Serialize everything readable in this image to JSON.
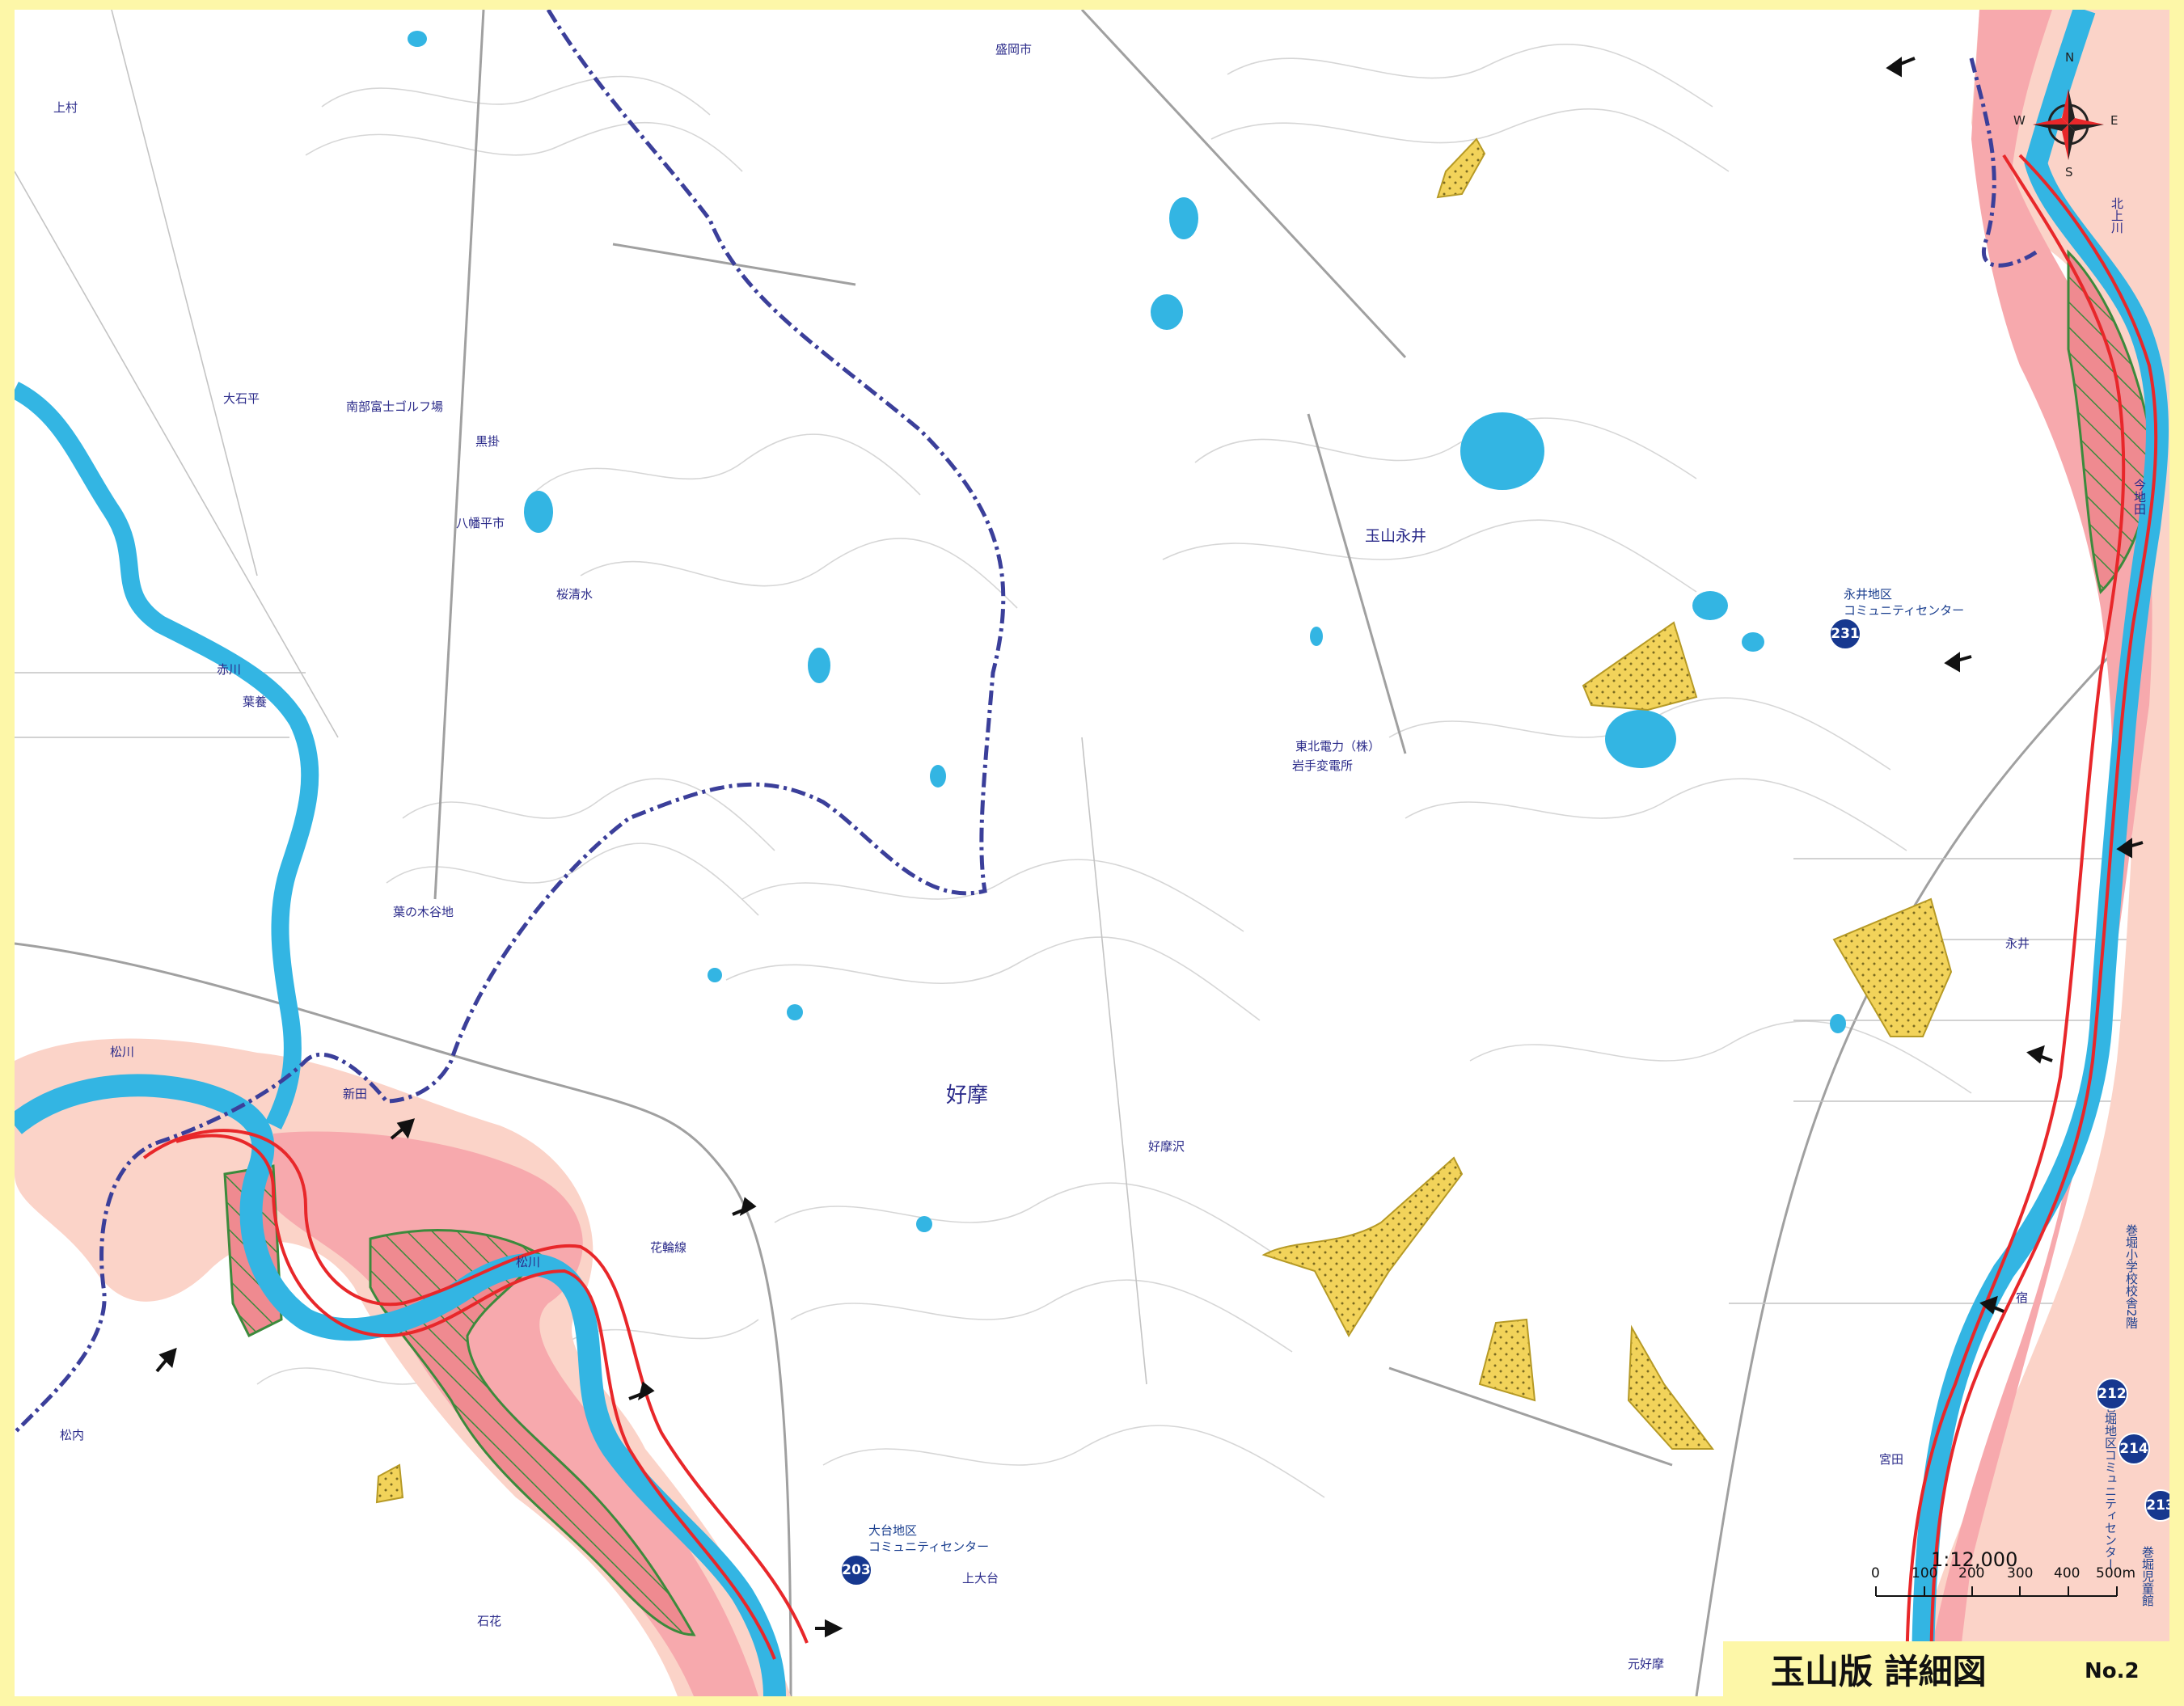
{
  "title": {
    "main": "玉山版 詳細図",
    "number": "No.2"
  },
  "compass": {
    "n": "N",
    "s": "S",
    "e": "E",
    "w": "W"
  },
  "scale": {
    "ratio": "1:12,000",
    "ticks": [
      "0",
      "100",
      "200",
      "300",
      "400",
      "500m"
    ]
  },
  "places": {
    "kamimura": "上村",
    "ooishidaira": "大石平",
    "golf": "南部富士ゴルフ場",
    "kurokake": "黒掛",
    "hachimantai": "八幡平市",
    "sakurashimizu": "桜清水",
    "moriokashi": "盛岡市",
    "tamayama_nagai": "玉山永井",
    "akagawa": "赤川",
    "hayama": "葉養",
    "hanokiyachi": "葉の木谷地",
    "shinden": "新田",
    "matsukawa1": "松川",
    "matsukawa2": "松川",
    "matsuuchi": "松内",
    "hanawasen": "花輪線",
    "koma": "好摩",
    "komazawa": "好摩沢",
    "kamiodai": "上大台",
    "ishihana": "石花",
    "motokoma": "元好摩",
    "nagai": "永井",
    "miyata": "宮田",
    "shuku": "宿",
    "kitakamigawa": "北上川",
    "imachida": "今地田",
    "substation1": "東北電力（株）",
    "substation2": "岩手変電所"
  },
  "facilities": {
    "nagai_center1": "永井地区",
    "nagai_center2": "コミュニティセンター",
    "odai_center1": "大台地区",
    "odai_center2": "コミュニティセンター",
    "makibori_school": "巻堀小学校校舎2階",
    "makibori_center": "巻堀地区コミュニティセンター",
    "makibori_children": "巻堀児童館"
  },
  "shelters": {
    "s231": "231",
    "s203": "203",
    "s212": "212",
    "s214": "214",
    "s213": "213"
  },
  "colors": {
    "frame": "#fdf7a8",
    "flood_light": "#fbd3c8",
    "flood_mid": "#f7a9ad",
    "flood_deep": "#ef8590",
    "river": "#33b5e3",
    "landslide": "#f2d35a",
    "boundary": "#3b3f9a",
    "hazard_line": "#e8272a",
    "shelter": "#17388f"
  }
}
